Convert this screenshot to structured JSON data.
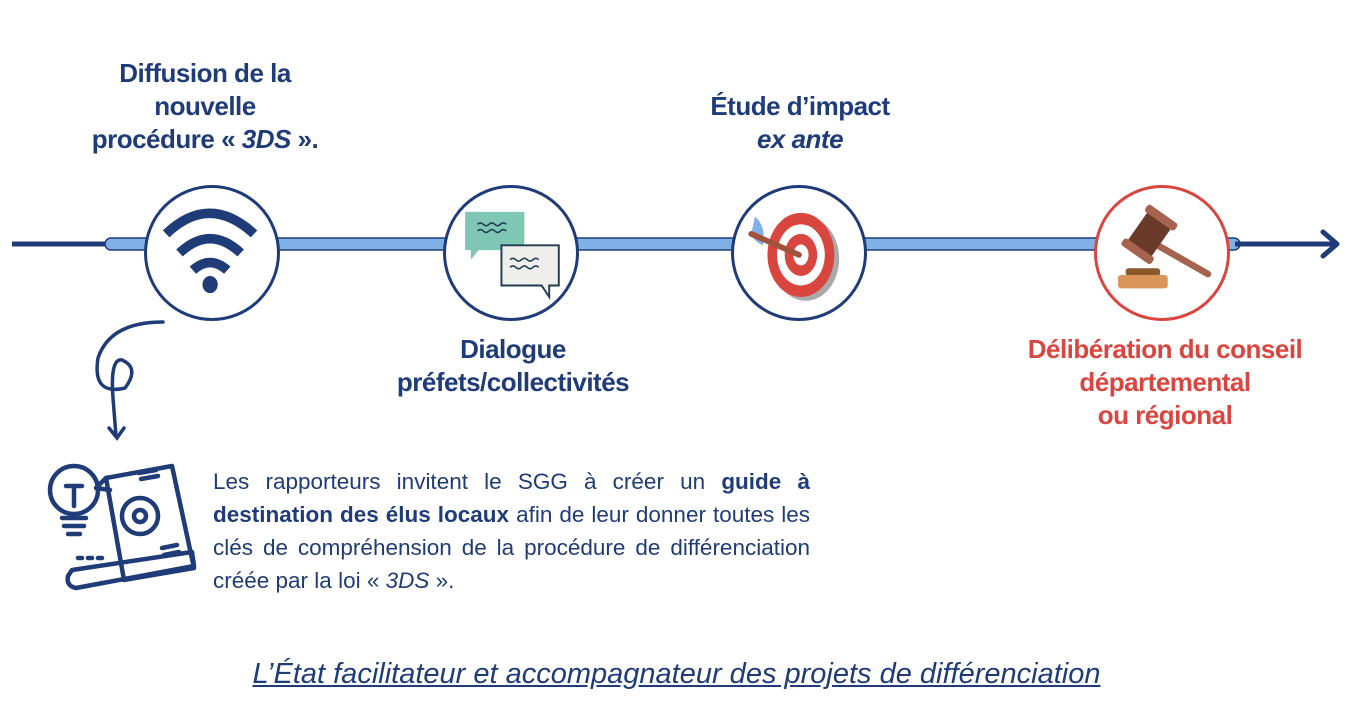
{
  "steps": [
    {
      "lines": [
        "Diffusion de la",
        "nouvelle",
        "procédure « "
      ],
      "italic": "3DS",
      "after": " ».",
      "icon": "wifi-icon"
    },
    {
      "lines": [
        "Dialogue",
        "préfets/collectivités"
      ],
      "icon": "chat-bubbles-icon"
    },
    {
      "line1": "Étude d’impact",
      "line2": "ex ante",
      "icon": "target-icon"
    },
    {
      "lines": [
        "Délibération du conseil",
        "départemental",
        "ou régional"
      ],
      "icon": "gavel-icon"
    }
  ],
  "paragraph": {
    "p1": "Les rapporteurs invitent le SGG à créer un ",
    "b1": "guide à destination des élus locaux",
    "p2": " afin de leur donner toutes les clés de compréhension de la procédure de différenciation créée par la loi « ",
    "i1": "3DS",
    "p3": " »."
  },
  "caption": "L’État facilitateur et accompagnateur des projets de différenciation",
  "colors": {
    "navy": "#1f3c78",
    "red": "#d9463f",
    "light_blue": "#7fb0e6"
  }
}
